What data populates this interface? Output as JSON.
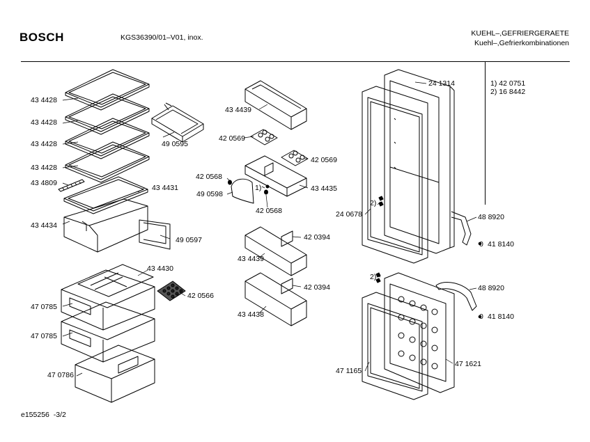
{
  "header": {
    "brand": "BOSCH",
    "model": "KGS36390/01–V01, inox.",
    "category_line1": "KUEHL–,GEFRIERGERAETE",
    "category_line2": "Kuehl–,Gefrierkombinationen"
  },
  "notes": [
    "1)  42 0751",
    "2)  16 8442"
  ],
  "footer": {
    "drawing_id": "e155256",
    "page": "-3/2"
  },
  "parts": [
    "43 4428",
    "43 4428",
    "43 4428",
    "43 4428",
    "43 4809",
    "43 4431",
    "43 4434",
    "49 0595",
    "49 0597",
    "43 4430",
    "42 0566",
    "47 0785",
    "47 0785",
    "47 0786",
    "43 4439",
    "42 0569",
    "42 0569",
    "42 0568",
    "49 0598",
    "1)",
    "43 4435",
    "42 0568",
    "42 0394",
    "43 4439",
    "42 0394",
    "43 4438",
    "24 1314",
    "2)",
    "24 0678",
    "48 8920",
    "0",
    "41 8140",
    "2)",
    "48 8920",
    "0",
    "41 8140",
    "47 1165",
    "47 1621"
  ]
}
